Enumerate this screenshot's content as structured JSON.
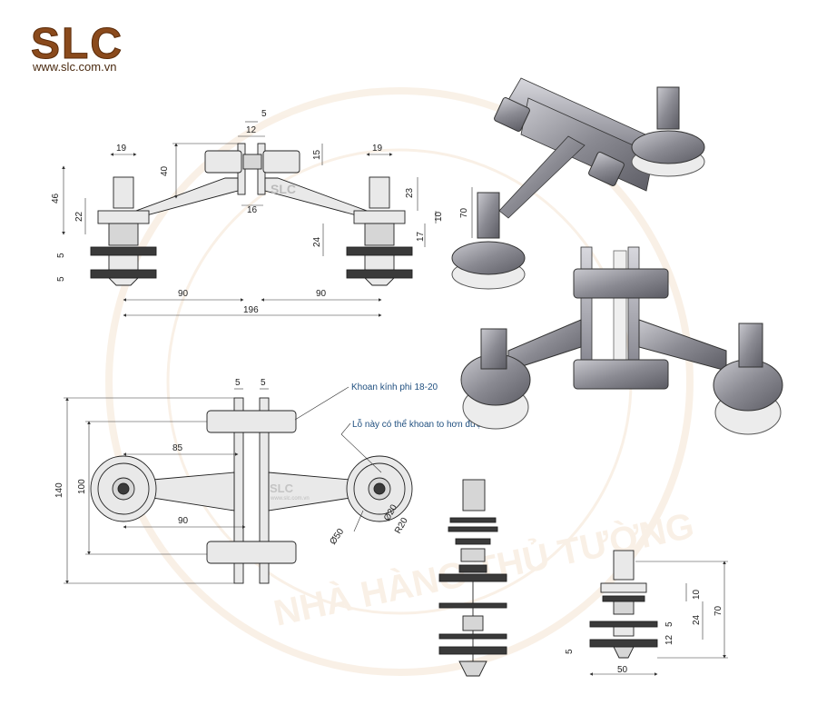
{
  "brand": {
    "logo_text": "SLC",
    "website": "www.slc.com.vn",
    "arm_marking": "SLC",
    "arm_marking_small": "www.slc.com.vn",
    "watermark_text": "NHÀ HÀNG THỦ TƯỜNG"
  },
  "colors": {
    "logo_bronze": "#8a4a1c",
    "line": "#222222",
    "note_blue": "#1f4f7f",
    "metal": "#9a9aa0"
  },
  "side_view": {
    "dims": {
      "top_gap": "5",
      "plate_gap": "12",
      "height_40": "40",
      "height_15": "15",
      "bolt_left": "19",
      "bolt_right": "19",
      "overall_height": "46",
      "left_22": "22",
      "right_23": "23",
      "plate_16": "16",
      "right_10": "10",
      "right_17": "17",
      "right_24": "24",
      "left_5a": "5",
      "left_5b": "5",
      "span_left": "90",
      "span_right": "90",
      "span_total": "196"
    }
  },
  "front_view": {
    "dims": {
      "plate_a": "5",
      "plate_b": "5",
      "width_85": "85",
      "width_90": "90",
      "height_140": "140",
      "height_100": "100",
      "dia_50": "Ø50",
      "dia_20": "Ø20",
      "radius_20": "R20"
    },
    "notes": {
      "hole": "Khoan kính phi 18-20",
      "enlarge": "Lỗ này có thể khoan to hơn được"
    }
  },
  "detail_view": {
    "dims": {
      "d_10": "10",
      "d_5": "5",
      "d_24": "24",
      "d_70": "70",
      "d_12": "12",
      "d_5b": "5",
      "d_50": "50"
    }
  },
  "iso_view": {
    "dims": {
      "height_70": "70"
    }
  }
}
